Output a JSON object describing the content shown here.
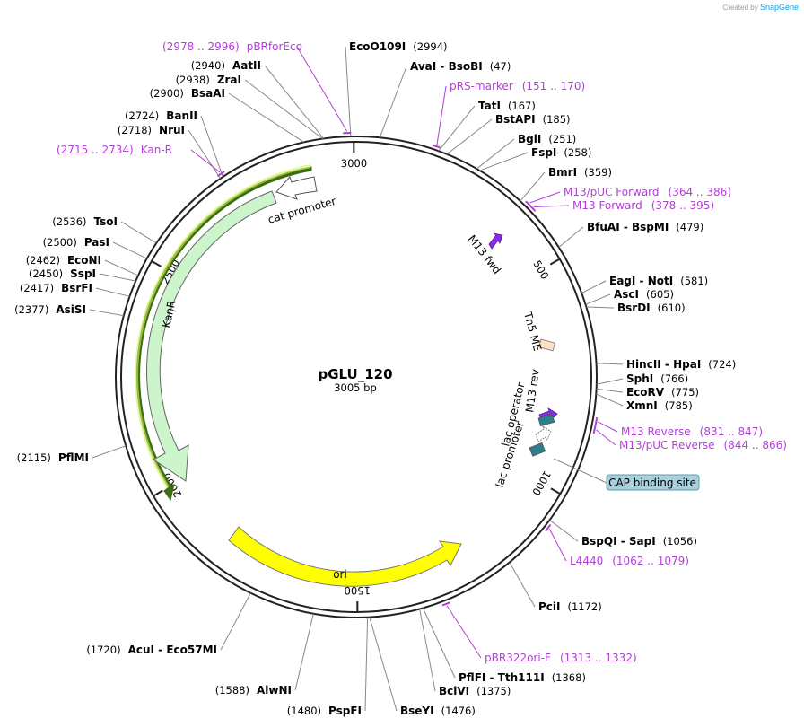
{
  "credit": {
    "prefix": "Created by",
    "brand": "SnapGene"
  },
  "plasmid": {
    "name": "pGLU_120",
    "length": "3005 bp"
  },
  "ticks": [
    {
      "label": "500",
      "pos": 500
    },
    {
      "label": "1000",
      "pos": 1000
    },
    {
      "label": "1500",
      "pos": 1500
    },
    {
      "label": "2000",
      "pos": 2000
    },
    {
      "label": "2500",
      "pos": 2500
    },
    {
      "label": "3000",
      "pos": 3000
    }
  ],
  "enzymes": [
    {
      "name": "EcoO109I",
      "pos_label": "(2994)",
      "pos": 2994
    },
    {
      "name": "AvaI",
      "name2": "BsoBI",
      "pos_label": "(47)",
      "pos": 47
    },
    {
      "name": "TatI",
      "pos_label": "(167)",
      "pos": 167
    },
    {
      "name": "BstAPI",
      "pos_label": "(185)",
      "pos": 185
    },
    {
      "name": "BglI",
      "pos_label": "(251)",
      "pos": 251
    },
    {
      "name": "FspI",
      "pos_label": "(258)",
      "pos": 258
    },
    {
      "name": "BmrI",
      "pos_label": "(359)",
      "pos": 359
    },
    {
      "name": "BfuAI",
      "name2": "BspMI",
      "pos_label": "(479)",
      "pos": 479
    },
    {
      "name": "EagI",
      "name2": "NotI",
      "pos_label": "(581)",
      "pos": 581
    },
    {
      "name": "AscI",
      "pos_label": "(605)",
      "pos": 605
    },
    {
      "name": "BsrDI",
      "pos_label": "(610)",
      "pos": 610
    },
    {
      "name": "HincII",
      "name2": "HpaI",
      "pos_label": "(724)",
      "pos": 724
    },
    {
      "name": "SphI",
      "pos_label": "(766)",
      "pos": 766
    },
    {
      "name": "EcoRV",
      "pos_label": "(775)",
      "pos": 775
    },
    {
      "name": "XmnI",
      "pos_label": "(785)",
      "pos": 785
    },
    {
      "name": "BspQI",
      "name2": "SapI",
      "pos_label": "(1056)",
      "pos": 1056
    },
    {
      "name": "PciI",
      "pos_label": "(1172)",
      "pos": 1172
    },
    {
      "name": "PflFI",
      "name2": "Tth111I",
      "pos_label": "(1368)",
      "pos": 1368
    },
    {
      "name": "BciVI",
      "pos_label": "(1375)",
      "pos": 1375
    },
    {
      "name": "BseYI",
      "pos_label": "(1476)",
      "pos": 1476
    },
    {
      "name": "PspFI",
      "pos_label": "(1480)",
      "pos": 1480
    },
    {
      "name": "AlwNI",
      "pos_label": "(1588)",
      "pos": 1588
    },
    {
      "name": "AcuI",
      "name2": "Eco57MI",
      "pos_label": "(1720)",
      "pos": 1720
    },
    {
      "name": "PflMI",
      "pos_label": "(2115)",
      "pos": 2115
    },
    {
      "name": "AsiSI",
      "pos_label": "(2377)",
      "pos": 2377
    },
    {
      "name": "BsrFI",
      "pos_label": "(2417)",
      "pos": 2417
    },
    {
      "name": "SspI",
      "pos_label": "(2450)",
      "pos": 2450
    },
    {
      "name": "EcoNI",
      "pos_label": "(2462)",
      "pos": 2462
    },
    {
      "name": "PasI",
      "pos_label": "(2500)",
      "pos": 2500
    },
    {
      "name": "TsoI",
      "pos_label": "(2536)",
      "pos": 2536
    },
    {
      "name": "NruI",
      "pos_label": "(2718)",
      "pos": 2718
    },
    {
      "name": "BanII",
      "pos_label": "(2724)",
      "pos": 2724
    },
    {
      "name": "BsaAI",
      "pos_label": "(2900)",
      "pos": 2900
    },
    {
      "name": "ZraI",
      "pos_label": "(2938)",
      "pos": 2938
    },
    {
      "name": "AatII",
      "pos_label": "(2940)",
      "pos": 2940
    }
  ],
  "primers": [
    {
      "name": "pBRforEco",
      "range": "(2978 .. 2996)",
      "pos": 2987
    },
    {
      "name": "pRS-marker",
      "range": "(151 .. 170)",
      "pos": 160
    },
    {
      "name": "M13/pUC Forward",
      "range": "(364 .. 386)",
      "pos": 375
    },
    {
      "name": "M13 Forward",
      "range": "(378 .. 395)",
      "pos": 386
    },
    {
      "name": "M13 Reverse",
      "range": "(831 .. 847)",
      "pos": 839
    },
    {
      "name": "M13/pUC Reverse",
      "range": "(844 .. 866)",
      "pos": 855
    },
    {
      "name": "L4440",
      "range": "(1062 .. 1079)",
      "pos": 1070
    },
    {
      "name": "pBR322ori-F",
      "range": "(1313 .. 1332)",
      "pos": 1322
    },
    {
      "name": "Kan-R",
      "range": "(2715 .. 2734)",
      "pos": 2724
    }
  ],
  "features": {
    "cat_promoter": "cat promoter",
    "kanr": "KanR",
    "ori": "ori",
    "m13_fwd": "M13 fwd",
    "tn5_me": "Tn5 ME",
    "m13_rev": "M13 rev",
    "lac_operator": "lac operator",
    "lac_promoter": "lac promoter",
    "cap_binding_site": "CAP binding site"
  },
  "colors": {
    "primer": "#b23fd6",
    "kanr_fill": "#ccf5cc",
    "ori_fill": "#ffff00",
    "cap_fill": "#a8d0dc",
    "lac_fill": "#2e7f8c",
    "m13_fill": "#8a2be2",
    "tn5_fill": "#fde0c0"
  }
}
